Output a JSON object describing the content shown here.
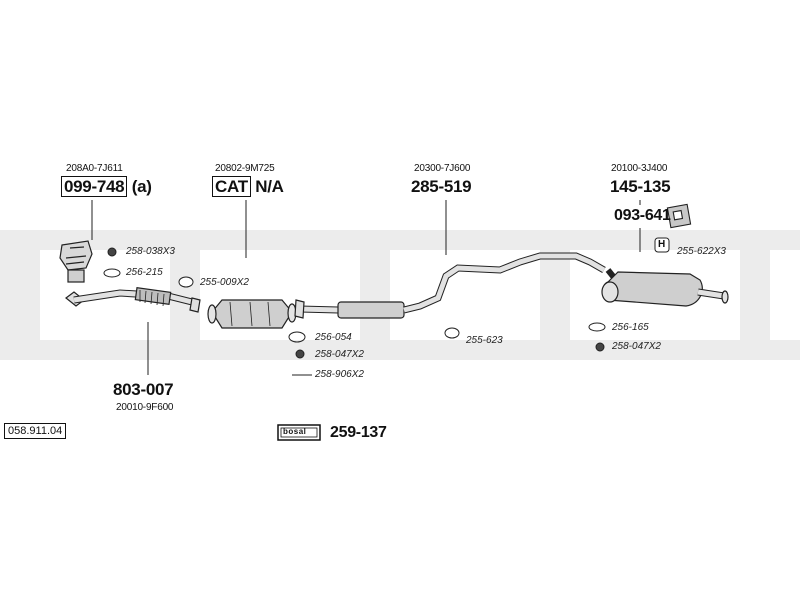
{
  "diagram_ref": "058.911.04",
  "brand_logo_text": "bosal",
  "colors": {
    "line": "#222222",
    "band": "#e9e9e9",
    "part_fill": "#d0d0d0"
  },
  "groups": {
    "front_pipe": {
      "oem": "208A0-7J611",
      "part": "099-748",
      "suffix": "(a)"
    },
    "catalyst": {
      "oem": "20802-9M725",
      "part": "CAT",
      "suffix": "N/A"
    },
    "center_pipe": {
      "oem": "20300-7J600",
      "part": "285-519"
    },
    "rear_silencer": {
      "oem": "20100-3J400",
      "part": "145-135",
      "sub_part": "093-641"
    },
    "flex_pipe": {
      "part": "803-007",
      "oem": "20010-9F600"
    },
    "mounting_kit": {
      "part": "259-137"
    }
  },
  "accessories": {
    "a1": "258-038X3",
    "a2": "256-215",
    "a3": "255-009X2",
    "a4": "256-054",
    "a5": "258-047X2",
    "a6": "258-906X2",
    "a7": "255-623",
    "a8": "255-622X3",
    "a9": "256-165",
    "a10": "258-047X2"
  },
  "hanger_letter": "H"
}
